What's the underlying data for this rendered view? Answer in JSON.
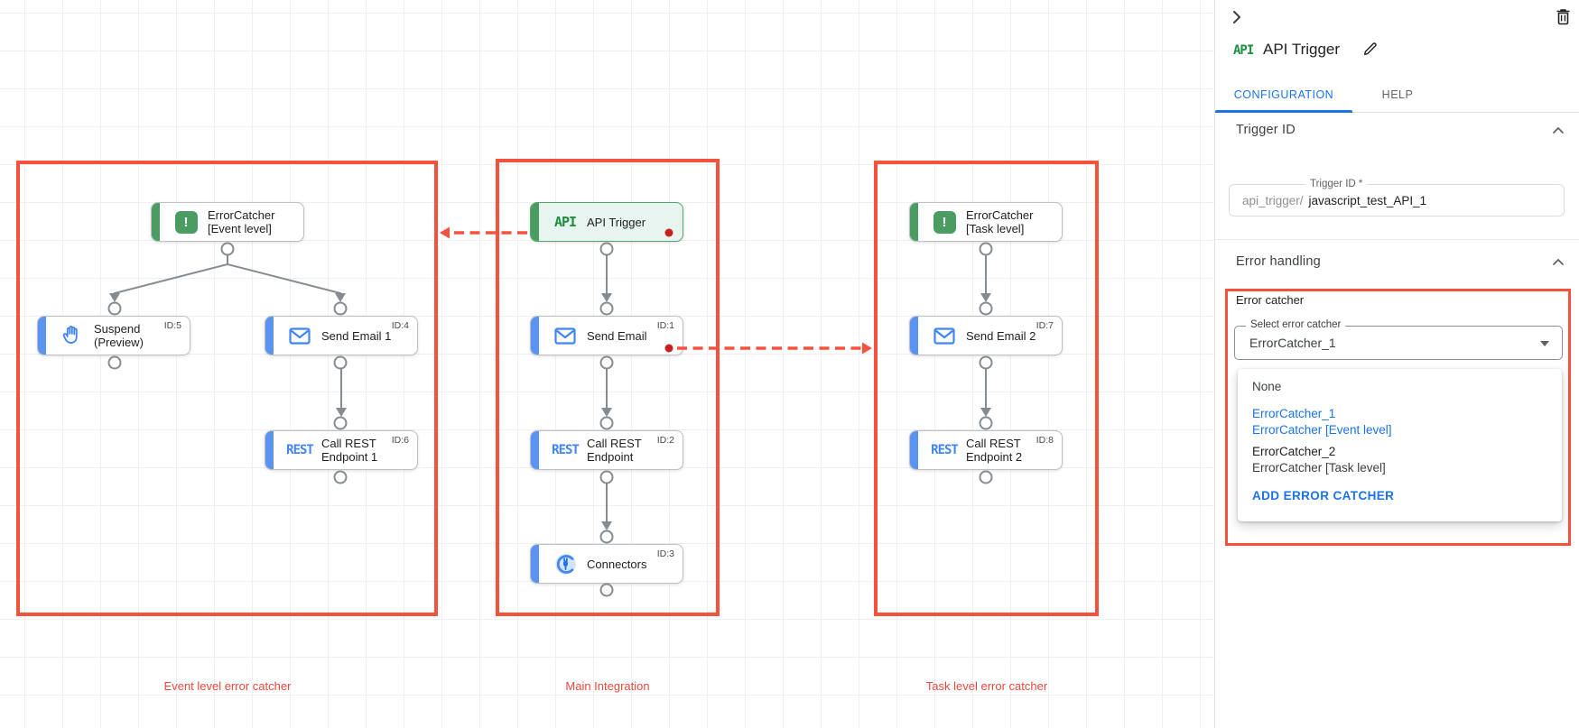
{
  "colors": {
    "annotation_red": "#f5523d",
    "link_blue": "#1a73e8",
    "node_green": "#4a9c62",
    "node_blue": "#5b93f2",
    "error_dot_red": "#c5221f"
  },
  "canvas": {
    "groups": [
      {
        "label": "Event level error catcher"
      },
      {
        "label": "Main Integration"
      },
      {
        "label": "Task level error catcher"
      }
    ],
    "icon_glyphs": {
      "error": "!",
      "api": "API",
      "rest": "REST"
    },
    "nodes": [
      {
        "line1": "ErrorCatcher",
        "line2": "[Event level]",
        "badge": "",
        "icon": "error-catcher"
      },
      {
        "line1": "Suspend",
        "line2": "(Preview)",
        "badge": "ID:5",
        "icon": "hand"
      },
      {
        "line1": "Send Email 1",
        "line2": "",
        "badge": "ID:4",
        "icon": "mail"
      },
      {
        "line1": "Call REST",
        "line2": "Endpoint 1",
        "badge": "ID:6",
        "icon": "rest"
      },
      {
        "line1": "API Trigger",
        "line2": "",
        "badge": "",
        "icon": "api"
      },
      {
        "line1": "Send Email",
        "line2": "",
        "badge": "ID:1",
        "icon": "mail"
      },
      {
        "line1": "Call REST",
        "line2": "Endpoint",
        "badge": "ID:2",
        "icon": "rest"
      },
      {
        "line1": "Connectors",
        "line2": "",
        "badge": "ID:3",
        "icon": "connectors"
      },
      {
        "line1": "ErrorCatcher",
        "line2": "[Task level]",
        "badge": "",
        "icon": "error-catcher"
      },
      {
        "line1": "Send Email 2",
        "line2": "",
        "badge": "ID:7",
        "icon": "mail"
      },
      {
        "line1": "Call REST",
        "line2": "Endpoint 2",
        "badge": "ID:8",
        "icon": "rest"
      }
    ]
  },
  "panel": {
    "title": "API Trigger",
    "api_badge": "API",
    "tabs": {
      "configuration": "CONFIGURATION",
      "help": "HELP"
    },
    "trigger_section": {
      "heading": "Trigger ID",
      "field_label": "Trigger ID *",
      "prefix": "api_trigger/",
      "value": "javascript_test_API_1"
    },
    "error_section": {
      "heading": "Error handling",
      "subheading": "Error catcher",
      "select_label": "Select error catcher",
      "select_value": "ErrorCatcher_1",
      "menu": {
        "none": "None",
        "opt1_name": "ErrorCatcher_1",
        "opt1_desc": "ErrorCatcher [Event level]",
        "opt2_name": "ErrorCatcher_2",
        "opt2_desc": "ErrorCatcher [Task level]",
        "add": "ADD ERROR CATCHER"
      }
    }
  }
}
